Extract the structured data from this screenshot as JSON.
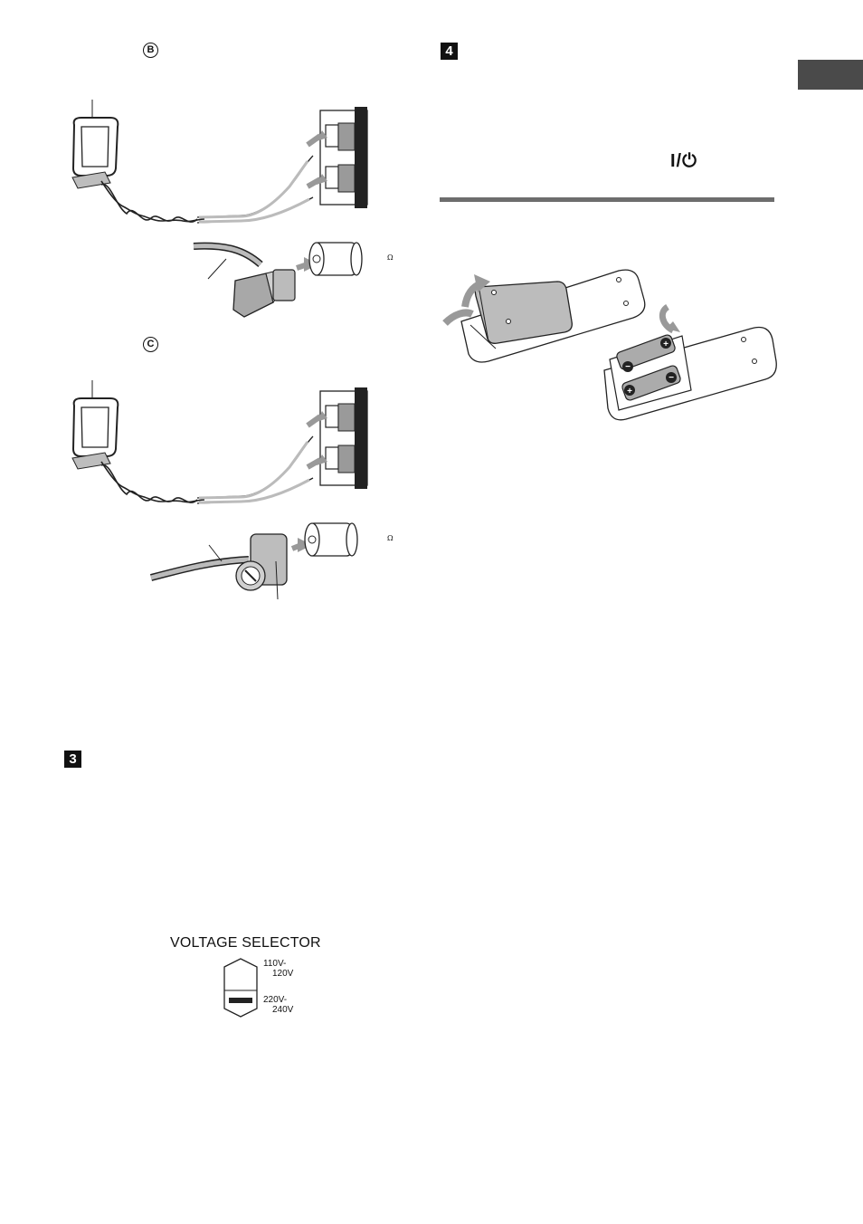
{
  "page": {
    "side_tab_color": "#4a4a4a",
    "divider_color": "#6d6d6d"
  },
  "left_column": {
    "diagram_b": {
      "marker": "B",
      "ohm_label": "Ω"
    },
    "diagram_c": {
      "marker": "C",
      "ohm_label": "Ω"
    },
    "step3": {
      "number": "3"
    },
    "voltage_selector": {
      "title": "VOLTAGE SELECTOR",
      "option_110_line1": "110V-",
      "option_110_line2": "120V",
      "option_220_line1": "220V-",
      "option_220_line2": "240V"
    }
  },
  "right_column": {
    "step4": {
      "number": "4",
      "power_symbol": "I/⏻"
    },
    "remote_illustration": {
      "battery_plus": "+",
      "battery_minus": "−"
    }
  }
}
